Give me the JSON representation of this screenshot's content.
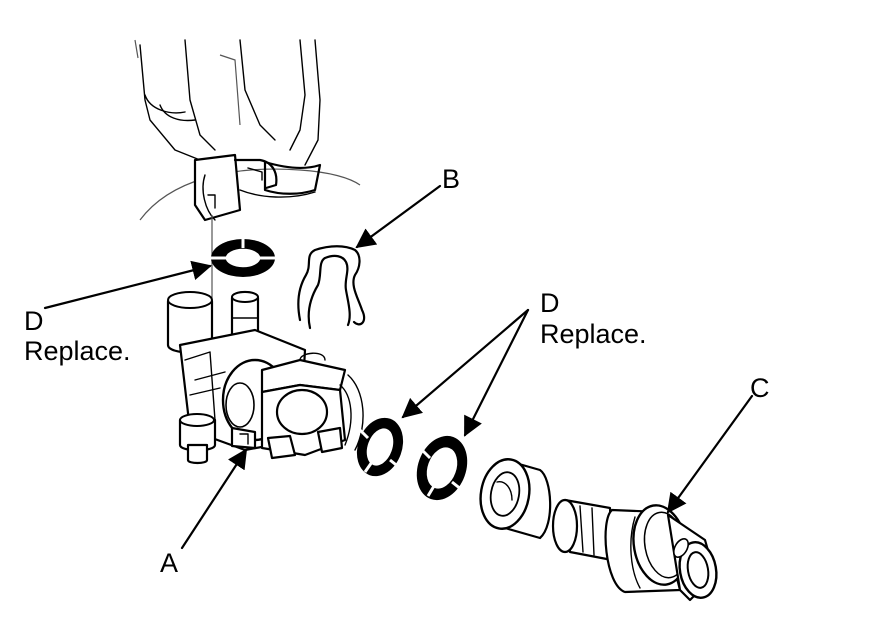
{
  "labels": {
    "part_a": "A",
    "part_b": "B",
    "part_c": "C",
    "part_d_left": "D",
    "part_d_left_note": "Replace.",
    "part_d_right": "D",
    "part_d_right_note": "Replace."
  },
  "colors": {
    "line": "#000000",
    "background": "#ffffff"
  }
}
